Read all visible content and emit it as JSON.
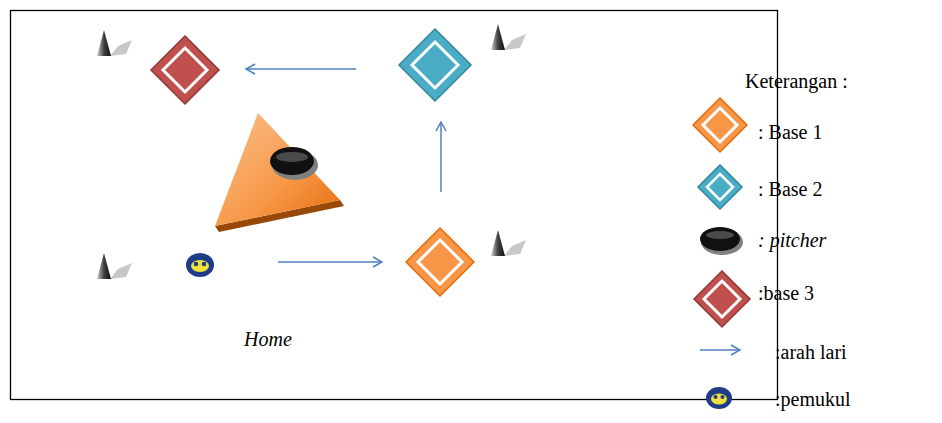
{
  "diagram": {
    "labels": [
      "Home",
      "Keterangan :"
    ],
    "legend": [
      {
        "text": ": Base 1"
      },
      {
        "text": ": Base 2"
      },
      {
        "text": ": pitcher"
      },
      {
        "text": ":base 3"
      },
      {
        "text": ":arah lari"
      },
      {
        "text": ":pemukul"
      }
    ]
  }
}
